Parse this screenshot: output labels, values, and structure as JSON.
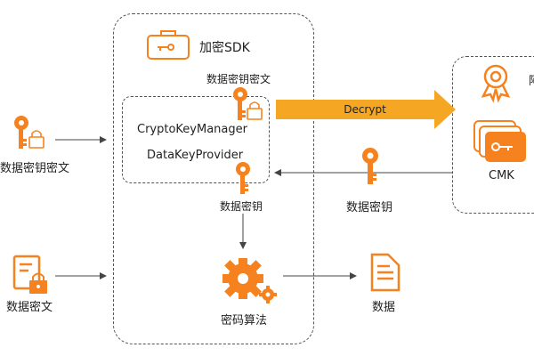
{
  "sdk": {
    "title": "加密SDK"
  },
  "inner": {
    "line1": "CryptoKeyManager",
    "line2": "DataKeyProvider"
  },
  "labels": {
    "top_key": "数据密钥密文",
    "left_key": "数据密钥密文",
    "left_doc": "数据密文",
    "sdk_datakey": "数据密钥",
    "right_datakey": "数据密钥",
    "algo": "密码算法",
    "out_doc": "数据",
    "decrypt": "Decrypt",
    "cmk": "CMK",
    "kms_partial": "阿"
  },
  "colors": {
    "accent": "#f5821f",
    "decrypt_bar": "#f5a623",
    "line": "#444444"
  },
  "icons": [
    "briefcase-key-icon",
    "key-lock-icon",
    "key-icon",
    "doc-lock-icon",
    "gear-icon",
    "document-icon",
    "cmk-cards-icon",
    "kms-seal-icon"
  ]
}
